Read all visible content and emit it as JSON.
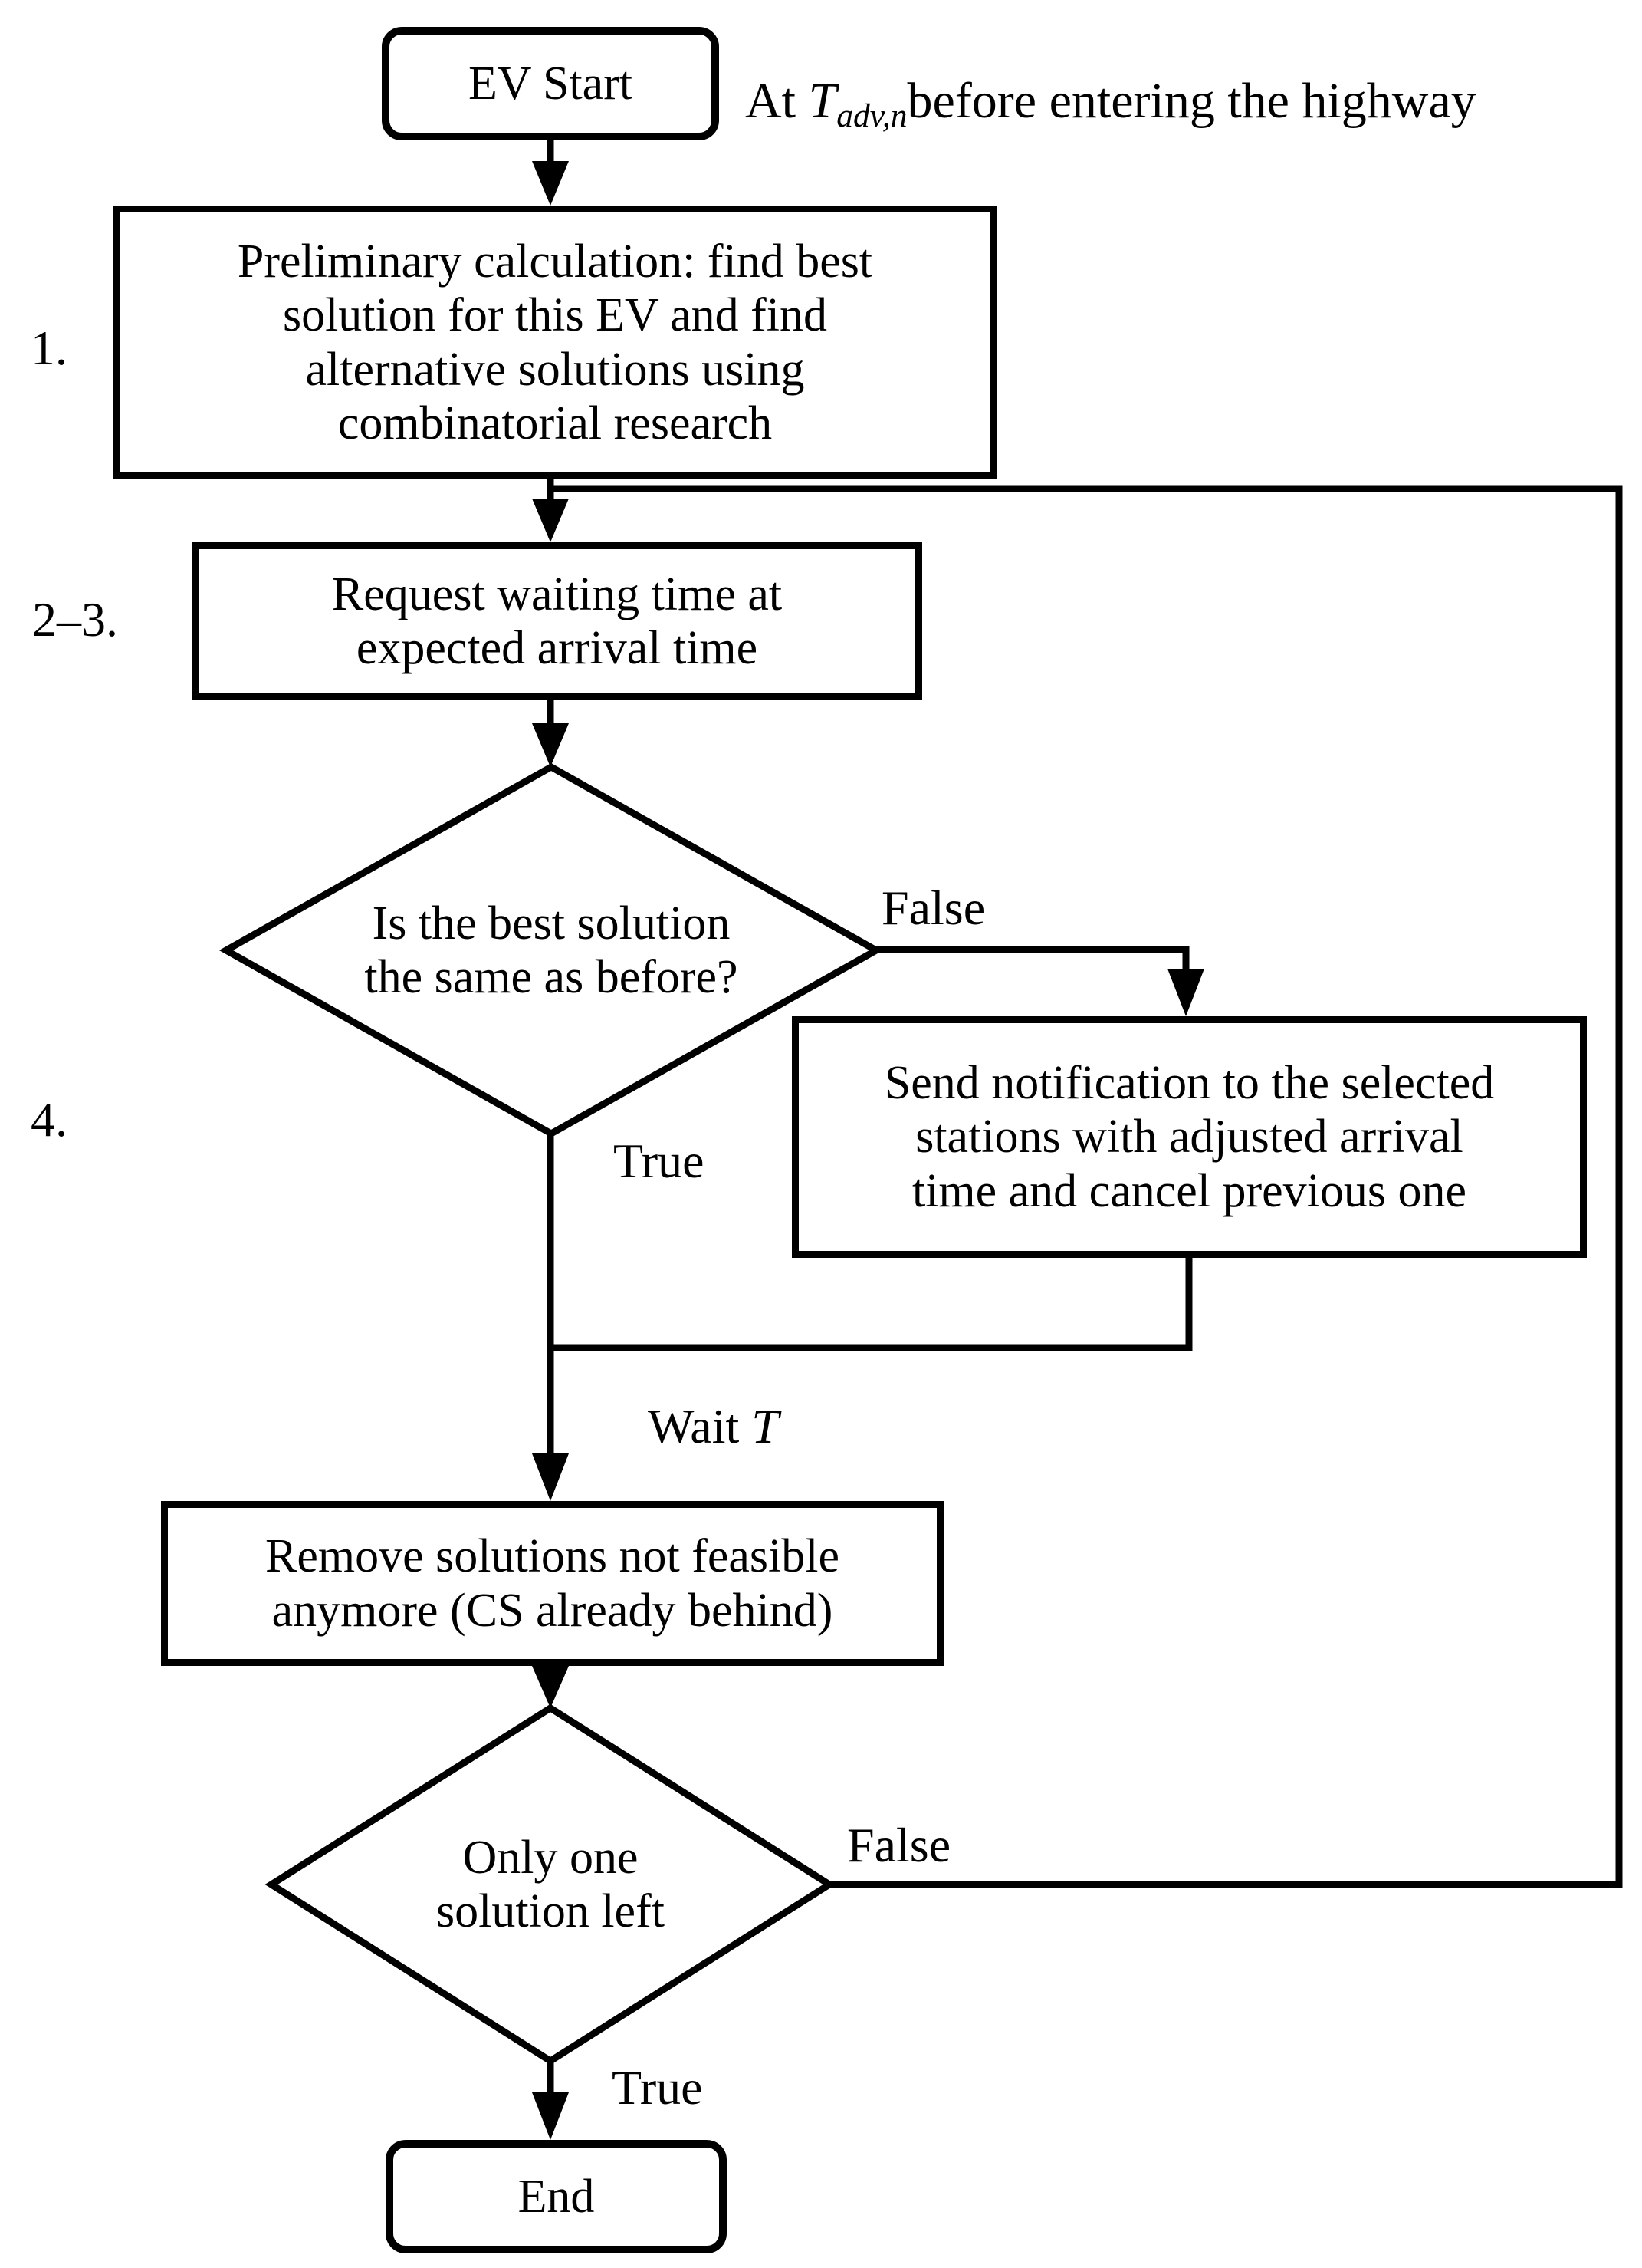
{
  "colors": {
    "stroke": "#000000",
    "background": "#ffffff"
  },
  "annotation": {
    "prefix": "At ",
    "symbol": "T",
    "subscript": "adv,n",
    "rest": "before entering the highway"
  },
  "side_labels": [
    {
      "text": "1."
    },
    {
      "text": "2–3."
    },
    {
      "text": "4."
    }
  ],
  "nodes": {
    "start": {
      "type": "terminator",
      "label": "EV Start"
    },
    "step1": {
      "type": "process",
      "label": "Preliminary calculation: find best\nsolution for this EV and find\nalternative solutions using\ncombinatorial research"
    },
    "step23": {
      "type": "process",
      "label": "Request waiting time at\nexpected arrival time"
    },
    "decision1": {
      "type": "decision",
      "label": "Is the best solution\nthe same as before?"
    },
    "notify": {
      "type": "process",
      "label": "Send notification to the selected\nstations with adjusted arrival\ntime and cancel previous one"
    },
    "remove": {
      "type": "process",
      "label": "Remove solutions not feasible\nanymore (CS already behind)"
    },
    "decision2": {
      "type": "decision",
      "label": "Only one\nsolution left"
    },
    "end": {
      "type": "terminator",
      "label": "End"
    }
  },
  "edge_labels": {
    "decision1_false": "False",
    "decision1_true": "True",
    "wait_prefix": "Wait ",
    "wait_symbol": "T",
    "decision2_false": "False",
    "decision2_true": "True"
  }
}
